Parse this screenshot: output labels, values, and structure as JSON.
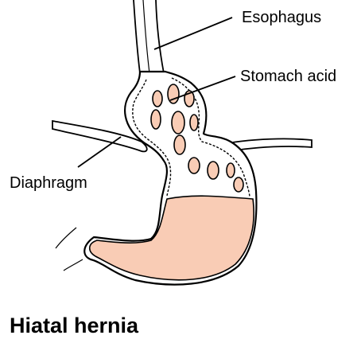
{
  "labels": {
    "esophagus": "Esophagus",
    "stomach_acid": "Stomach acid",
    "diaphragm": "Diaphragm"
  },
  "title": "Hiatal hernia",
  "colors": {
    "acid": "#f9ccb5",
    "outline": "#000000",
    "background": "#ffffff"
  }
}
